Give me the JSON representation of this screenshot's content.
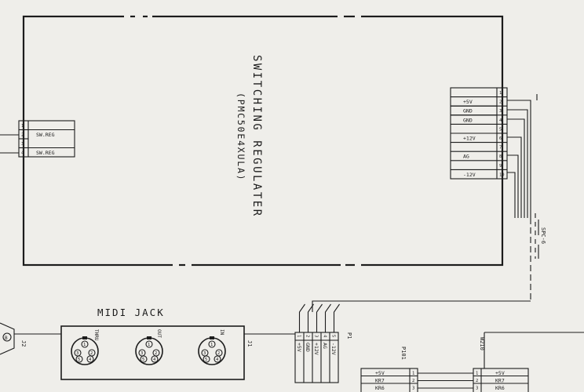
{
  "regulator": {
    "title": "SWITCHING REGULATER",
    "model": "(PMC50E4XULA)",
    "connector_pins": [
      {
        "num": "1",
        "signal": ""
      },
      {
        "num": "2",
        "signal": "+5V"
      },
      {
        "num": "3",
        "signal": "GND"
      },
      {
        "num": "4",
        "signal": "GND"
      },
      {
        "num": "5",
        "signal": ""
      },
      {
        "num": "6",
        "signal": "+12V"
      },
      {
        "num": "7",
        "signal": ""
      },
      {
        "num": "8",
        "signal": "AG"
      },
      {
        "num": "9",
        "signal": ""
      },
      {
        "num": "10",
        "signal": "-12V"
      }
    ]
  },
  "left_connector": {
    "pins": [
      {
        "num": "1",
        "signal": ""
      },
      {
        "num": "2",
        "signal": "SW.REG"
      },
      {
        "num": "3",
        "signal": ""
      },
      {
        "num": "4",
        "signal": "SW.REG"
      }
    ]
  },
  "cable": {
    "label": "SPC-6"
  },
  "midi": {
    "title": "MIDI JACK",
    "jack_ref": "J1",
    "port_labels": [
      "THRU",
      "OUT",
      "IN"
    ],
    "din_pins": [
      "1",
      "2",
      "3",
      "4",
      "5"
    ],
    "side_ref": "J2",
    "side_label": "B"
  },
  "p1": {
    "label": "P1",
    "pins": [
      {
        "num": "1",
        "signal": "+5V"
      },
      {
        "num": "2",
        "signal": "GND"
      },
      {
        "num": "3",
        "signal": "+12V"
      },
      {
        "num": "4",
        "signal": "AG"
      },
      {
        "num": "5",
        "signal": "-12V"
      }
    ]
  },
  "p101": {
    "label": "P101",
    "pins": [
      {
        "num": "1",
        "signal": "+5V"
      },
      {
        "num": "2",
        "signal": "KR7"
      },
      {
        "num": "3",
        "signal": "KR6"
      }
    ]
  },
  "w210": {
    "label": "W210",
    "pins": [
      {
        "num": "1",
        "signal": "+5V"
      },
      {
        "num": "2",
        "signal": "KR7"
      },
      {
        "num": "3",
        "signal": "KR6"
      }
    ]
  }
}
